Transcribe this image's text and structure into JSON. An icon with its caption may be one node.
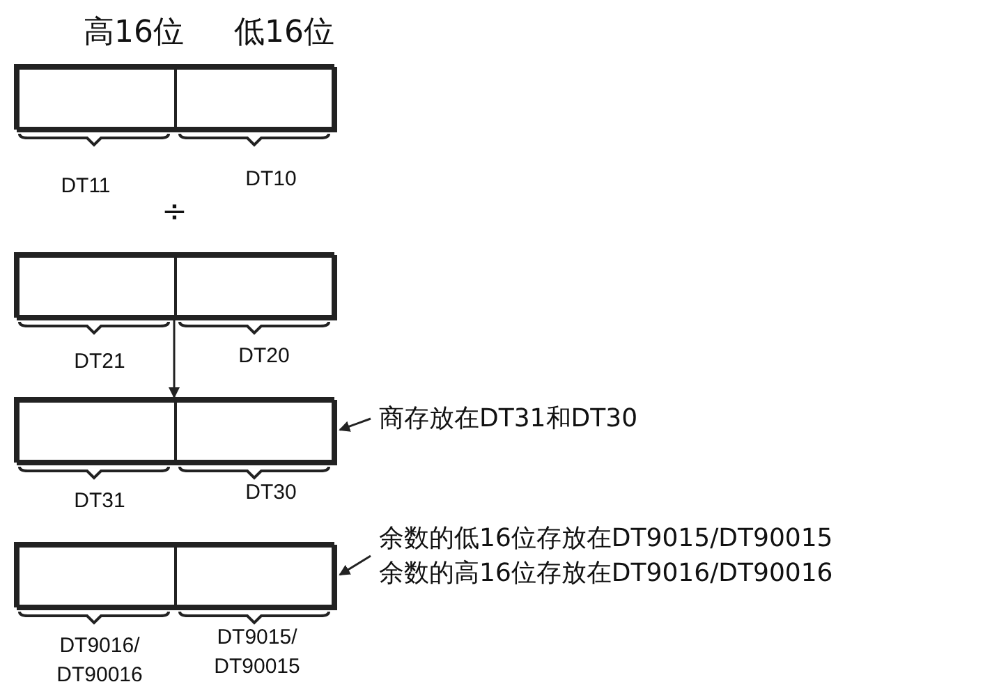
{
  "diagram": {
    "nodes": [
      {
        "text": [],
        "shape": "box"
      },
      {
        "text": [],
        "shape": "box",
        "in": 0,
        "beside": [
          "DT11"
        ]
      },
      {
        "text": [],
        "shape": "box",
        "in": 0,
        "beside": [
          "DT10"
        ]
      },
      {
        "text": [],
        "shape": "box"
      },
      {
        "text": [],
        "shape": "box",
        "in": 3,
        "beside": [
          "DT21"
        ]
      },
      {
        "text": [],
        "shape": "box",
        "in": 3,
        "beside": [
          "DT20"
        ]
      },
      {
        "text": [],
        "shape": "box"
      },
      {
        "text": [],
        "shape": "box",
        "in": 6,
        "beside": [
          "DT31"
        ]
      },
      {
        "text": [],
        "shape": "box",
        "in": 6,
        "beside": [
          "DT30"
        ]
      },
      {
        "text": [],
        "shape": "box"
      },
      {
        "text": [],
        "shape": "box",
        "in": 9,
        "beside": [
          "DT9016/ DT90016"
        ]
      },
      {
        "text": [],
        "shape": "box",
        "in": 9,
        "beside": [
          "DT9015/ DT90015"
        ]
      },
      {
        "text": [
          "商存放在DT31和DT30"
        ]
      },
      {
        "text": [
          "余数的低16位存放在DT9015/DT90015",
          "余数的高16位存放在DT9016/DT90016"
        ]
      }
    ],
    "edges": [
      {
        "from": 3,
        "to": 6,
        "arrow": "to"
      },
      {
        "from": 12,
        "to": 6,
        "arrow": "to"
      },
      {
        "from": 13,
        "to": 9,
        "arrow": "to"
      }
    ],
    "labels": [
      "高16位",
      "低16位",
      "÷"
    ]
  }
}
